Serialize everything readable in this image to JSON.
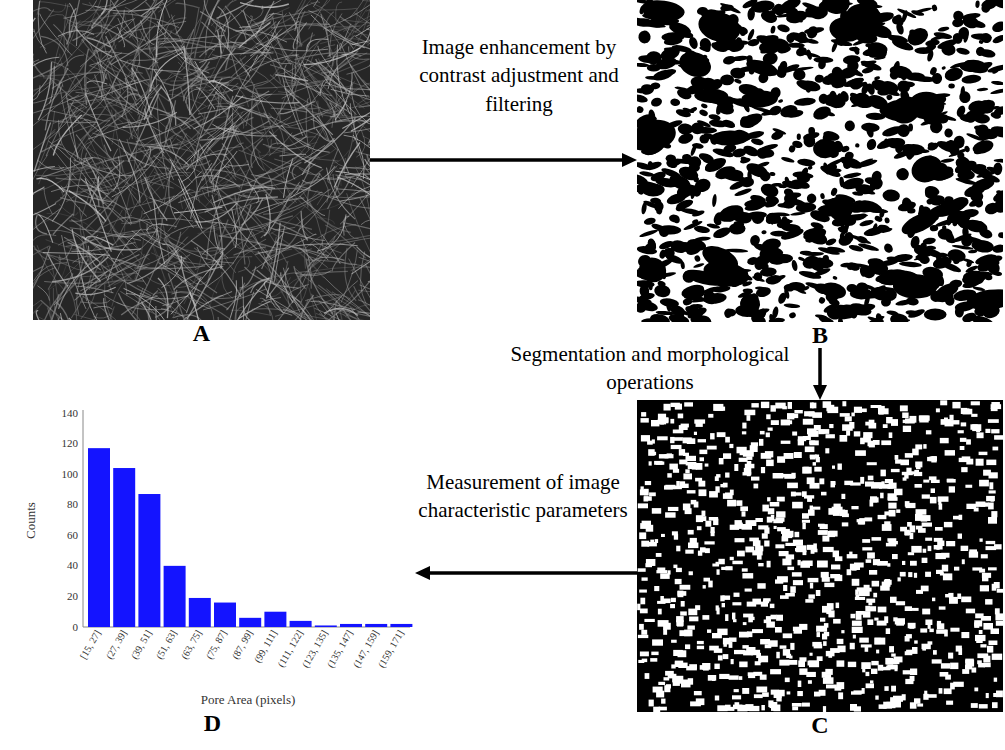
{
  "diagram": {
    "nodes": [
      {
        "text": [
          "A"
        ]
      },
      {
        "text": [
          "B"
        ]
      },
      {
        "text": [
          "C"
        ]
      },
      {
        "text": [
          "D"
        ]
      }
    ],
    "edges": [
      {
        "from": 0,
        "to": 1,
        "arrow": "to",
        "label": "Image enhancement by contrast adjustment and filtering"
      },
      {
        "from": 1,
        "to": 2,
        "arrow": "to",
        "label": "Segmentation and morphological operations"
      },
      {
        "from": 2,
        "to": 3,
        "arrow": "to",
        "label": "Measurement of image characteristic parameters"
      }
    ],
    "labels": [
      "140",
      "120",
      "100",
      "80",
      "60",
      "40",
      "20",
      "0",
      "Counts",
      "[15, 27]",
      "(27, 39]",
      "(39, 51]",
      "(51, 63]",
      "(63, 75]",
      "(75, 87]",
      "(87, 99]",
      "(99, 111]",
      "(111, 122]",
      "(123, 135]",
      "(135, 147]",
      "(147, 159]",
      "(159, 171]",
      "Pore Area (pixels)"
    ]
  }
}
